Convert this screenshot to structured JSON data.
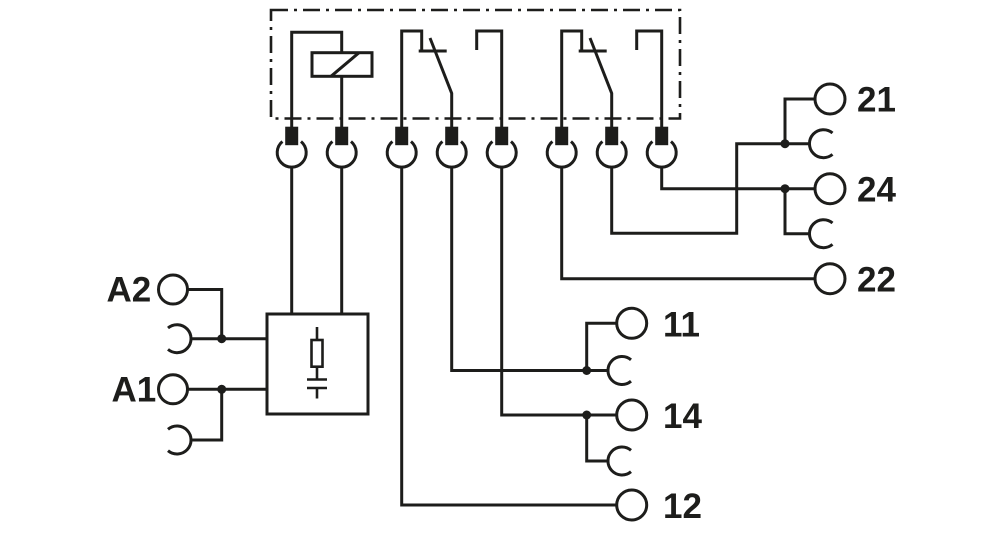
{
  "diagram": {
    "terminal_labels": {
      "a2": "A2",
      "a1": "A1",
      "t21": "21",
      "t24": "24",
      "t22": "22",
      "t11": "11",
      "t14": "14",
      "t12": "12"
    },
    "colors": {
      "line": "#1d1d1b",
      "background": "#ffffff"
    }
  }
}
